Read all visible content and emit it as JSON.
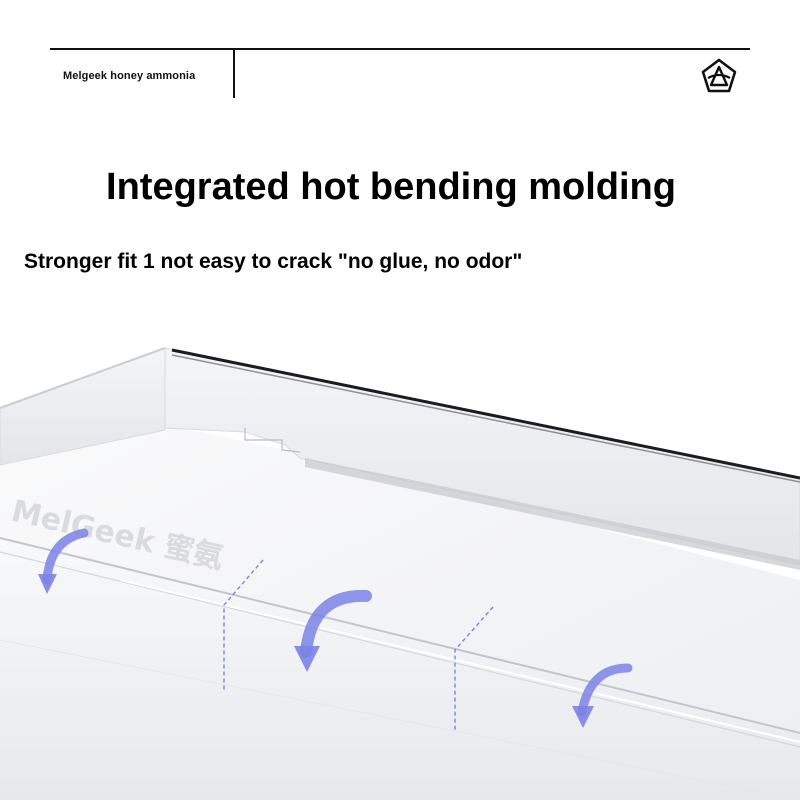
{
  "header": {
    "brand_name": "Melgeek honey ammonia",
    "logo_icon": "melgeek-logo-icon"
  },
  "headline": "Integrated hot bending molding",
  "subline": "Stronger fit 1 not easy to crack \"no glue, no odor\"",
  "illustration": {
    "watermark_text": "MelGeek 蜜氨",
    "icons": [
      "bend-arrow-icon",
      "bend-arrow-icon",
      "bend-arrow-icon"
    ],
    "accent_color": "#7b83e6"
  }
}
